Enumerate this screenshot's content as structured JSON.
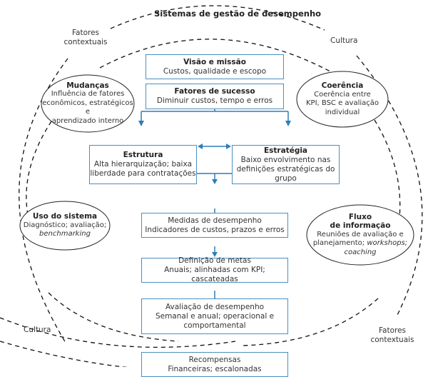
{
  "title": "Sistemas de gestão de desempenho",
  "outer_labels": {
    "top_left": [
      "Fatores",
      "contextuais"
    ],
    "top_right": "Cultura",
    "bottom_left": "Cultura",
    "bottom_right": [
      "Fatores",
      "contextuais"
    ]
  },
  "boxes": {
    "visao": {
      "title": "Visão e missão",
      "text": "Custos, qualidade e escopo"
    },
    "fatores": {
      "title": "Fatores de sucesso",
      "text": "Diminuir custos, tempo e erros"
    },
    "estrutura": {
      "title": "Estrutura",
      "lines": [
        "Alta hierarquização; baixa",
        "liberdade para contratações"
      ]
    },
    "estrategia": {
      "title": "Estratégia",
      "lines": [
        "Baixo envolvimento nas",
        "definições estratégicas do grupo"
      ]
    },
    "medidas": {
      "title": "Medidas de desempenho",
      "text": "Indicadores de custos, prazos e erros"
    },
    "metas": {
      "title": "Definição de metas",
      "text": "Anuais; alinhadas com KPI; cascateadas"
    },
    "avaliacao": {
      "title": "Avaliação de desempenho",
      "lines": [
        "Semanal e anual; operacional e",
        "comportamental"
      ]
    },
    "recompensas": {
      "title": "Recompensas",
      "text": "Financeiras; escalonadas"
    }
  },
  "ellipses": {
    "mudancas": {
      "title": "Mudanças",
      "lines": [
        "Influência de fatores",
        "econômicos, estratégicos e",
        "aprendizado interno"
      ]
    },
    "coerencia": {
      "title": "Coerência",
      "lines": [
        "Coerência entre",
        "KPI, BSC e avaliação",
        "individual"
      ]
    },
    "uso": {
      "title": "Uso do sistema",
      "line1": "Diagnóstico; avaliação;",
      "italic": "benchmarking"
    },
    "fluxo": {
      "title_1": "Fluxo",
      "title_2": "de informação",
      "line1": "Reuniões de avaliação e",
      "line2_plain": "planejamento; ",
      "line2_italic": "workshops;",
      "italic": "coaching"
    }
  },
  "colors": {
    "box_border": "#4a8fbf",
    "arrow": "#2f7db5",
    "dash": "#111111"
  }
}
